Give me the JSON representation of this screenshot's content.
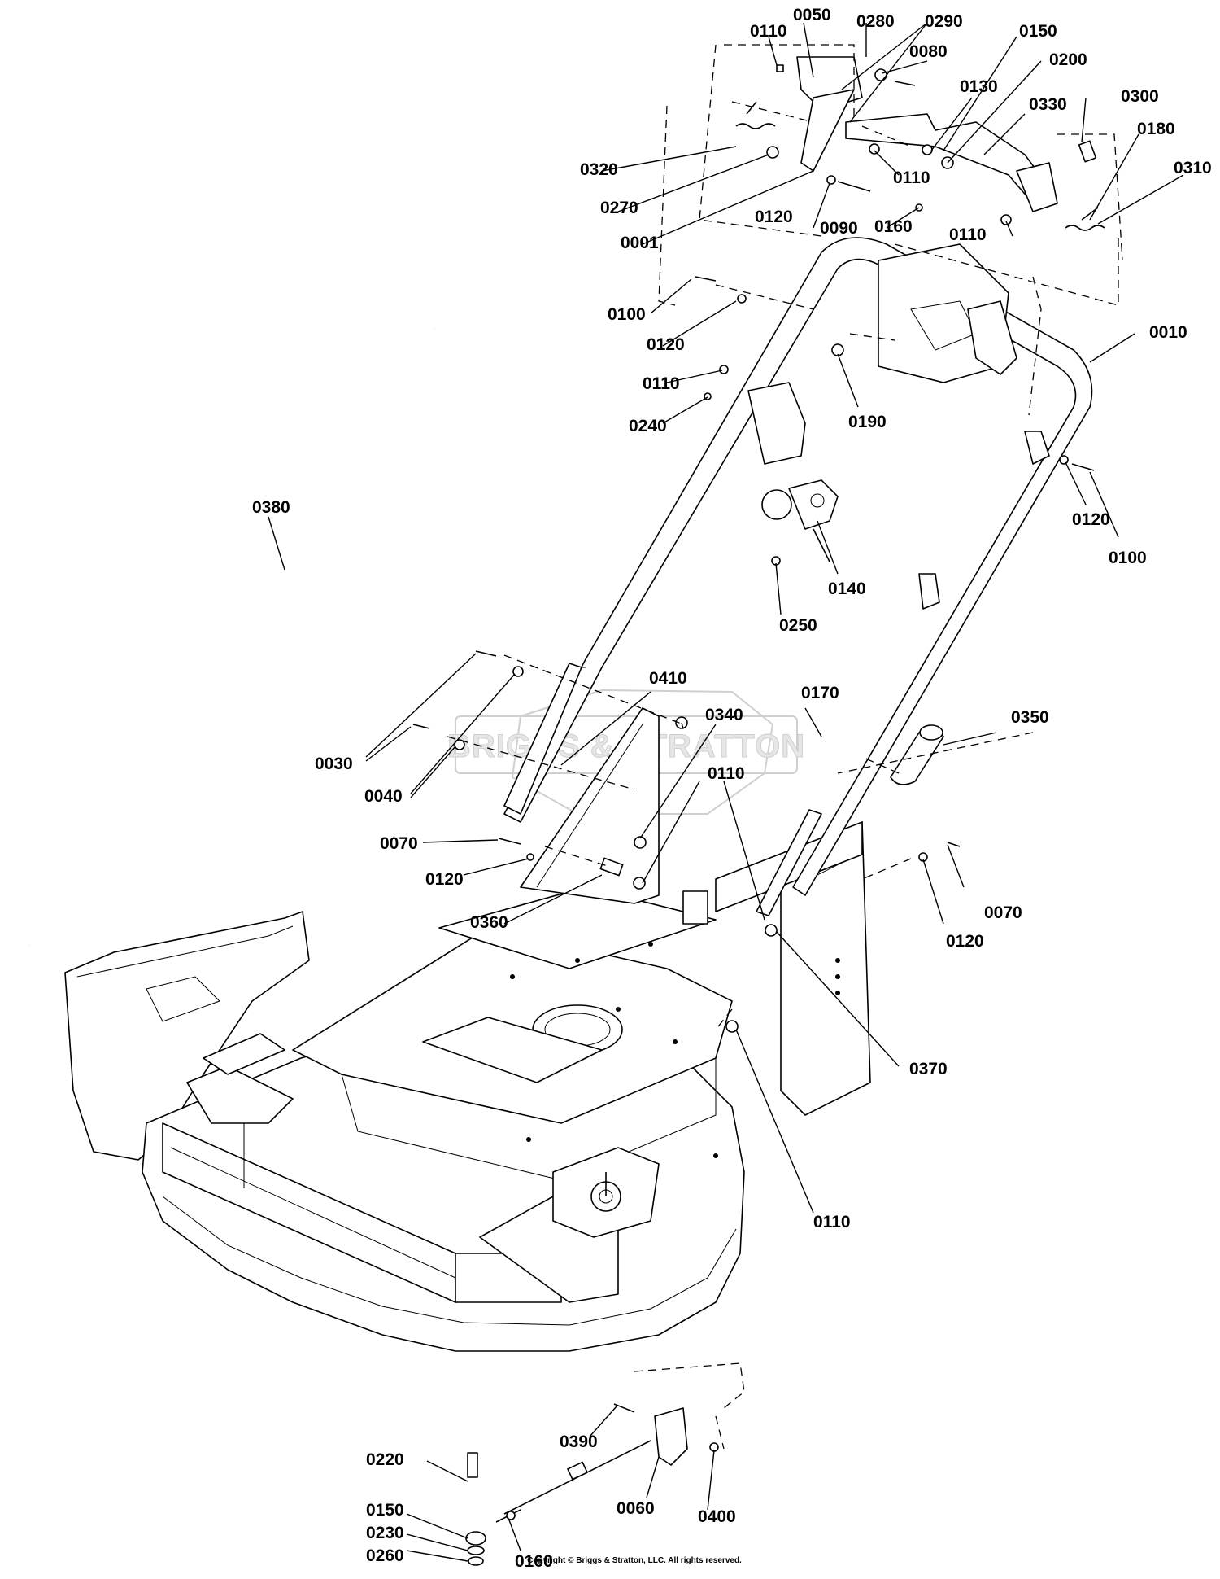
{
  "diagram": {
    "watermark": "BRIGGS & STRATTON",
    "copyright": "Copyright © Briggs & Stratton, LLC. All rights reserved.",
    "callouts": [
      {
        "id": "c0050",
        "label": "0050"
      },
      {
        "id": "c0280",
        "label": "0280"
      },
      {
        "id": "c0290",
        "label": "0290"
      },
      {
        "id": "c0110a",
        "label": "0110"
      },
      {
        "id": "c0080",
        "label": "0080"
      },
      {
        "id": "c0150a",
        "label": "0150"
      },
      {
        "id": "c0200",
        "label": "0200"
      },
      {
        "id": "c0130",
        "label": "0130"
      },
      {
        "id": "c0300",
        "label": "0300"
      },
      {
        "id": "c0330",
        "label": "0330"
      },
      {
        "id": "c0180",
        "label": "0180"
      },
      {
        "id": "c0310",
        "label": "0310"
      },
      {
        "id": "c0320",
        "label": "0320"
      },
      {
        "id": "c0110b",
        "label": "0110"
      },
      {
        "id": "c0270",
        "label": "0270"
      },
      {
        "id": "c0120a",
        "label": "0120"
      },
      {
        "id": "c0090",
        "label": "0090"
      },
      {
        "id": "c0160a",
        "label": "0160"
      },
      {
        "id": "c0110c",
        "label": "0110"
      },
      {
        "id": "c0001",
        "label": "0001"
      },
      {
        "id": "c0100a",
        "label": "0100"
      },
      {
        "id": "c0120b",
        "label": "0120"
      },
      {
        "id": "c0010",
        "label": "0010"
      },
      {
        "id": "c0110d",
        "label": "0110"
      },
      {
        "id": "c0190",
        "label": "0190"
      },
      {
        "id": "c0240",
        "label": "0240"
      },
      {
        "id": "c0380",
        "label": "0380"
      },
      {
        "id": "c0120c",
        "label": "0120"
      },
      {
        "id": "c0100b",
        "label": "0100"
      },
      {
        "id": "c0140",
        "label": "0140"
      },
      {
        "id": "c0250",
        "label": "0250"
      },
      {
        "id": "c0410",
        "label": "0410"
      },
      {
        "id": "c0170",
        "label": "0170"
      },
      {
        "id": "c0350",
        "label": "0350"
      },
      {
        "id": "c0340",
        "label": "0340"
      },
      {
        "id": "c0030",
        "label": "0030"
      },
      {
        "id": "c0040",
        "label": "0040"
      },
      {
        "id": "c0110e",
        "label": "0110"
      },
      {
        "id": "c0070a",
        "label": "0070"
      },
      {
        "id": "c0120d",
        "label": "0120"
      },
      {
        "id": "c0360",
        "label": "0360"
      },
      {
        "id": "c0070b",
        "label": "0070"
      },
      {
        "id": "c0120e",
        "label": "0120"
      },
      {
        "id": "c0370",
        "label": "0370"
      },
      {
        "id": "c0110f",
        "label": "0110"
      },
      {
        "id": "c0220",
        "label": "0220"
      },
      {
        "id": "c0390",
        "label": "0390"
      },
      {
        "id": "c0150b",
        "label": "0150"
      },
      {
        "id": "c0230",
        "label": "0230"
      },
      {
        "id": "c0260",
        "label": "0260"
      },
      {
        "id": "c0160b",
        "label": "0160"
      },
      {
        "id": "c0060",
        "label": "0060"
      },
      {
        "id": "c0400",
        "label": "0400"
      }
    ]
  }
}
